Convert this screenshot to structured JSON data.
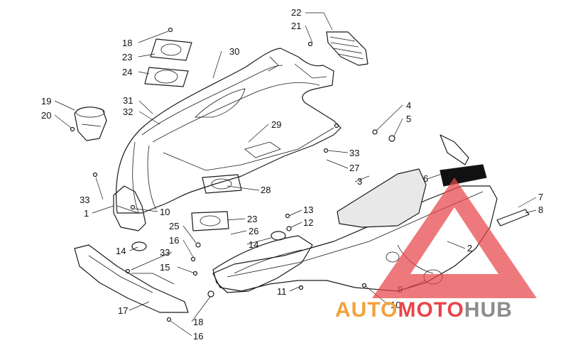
{
  "diagram": {
    "labels": [
      {
        "id": "l22a",
        "text": "22"
      },
      {
        "id": "l21",
        "text": "21"
      },
      {
        "id": "l18a",
        "text": "18"
      },
      {
        "id": "l23a",
        "text": "23"
      },
      {
        "id": "l24",
        "text": "24"
      },
      {
        "id": "l30",
        "text": "30"
      },
      {
        "id": "l19",
        "text": "19"
      },
      {
        "id": "l20",
        "text": "20"
      },
      {
        "id": "l31",
        "text": "31"
      },
      {
        "id": "l32",
        "text": "32"
      },
      {
        "id": "l29",
        "text": "29"
      },
      {
        "id": "l4",
        "text": "4"
      },
      {
        "id": "l5",
        "text": "5"
      },
      {
        "id": "l33a",
        "text": "33"
      },
      {
        "id": "l27",
        "text": "27"
      },
      {
        "id": "l3",
        "text": "3"
      },
      {
        "id": "l6",
        "text": "6"
      },
      {
        "id": "l7",
        "text": "7"
      },
      {
        "id": "l8",
        "text": "8"
      },
      {
        "id": "l33b",
        "text": "33"
      },
      {
        "id": "l1",
        "text": "1"
      },
      {
        "id": "l10a",
        "text": "10"
      },
      {
        "id": "l28",
        "text": "28"
      },
      {
        "id": "l23b",
        "text": "23"
      },
      {
        "id": "l13",
        "text": "13"
      },
      {
        "id": "l12",
        "text": "12"
      },
      {
        "id": "l25",
        "text": "25"
      },
      {
        "id": "l26",
        "text": "26"
      },
      {
        "id": "l16a",
        "text": "16"
      },
      {
        "id": "l14a",
        "text": "14"
      },
      {
        "id": "l14b",
        "text": "14"
      },
      {
        "id": "l33c",
        "text": "33"
      },
      {
        "id": "l15",
        "text": "15"
      },
      {
        "id": "l2",
        "text": "2"
      },
      {
        "id": "l11",
        "text": "11"
      },
      {
        "id": "l9",
        "text": "9"
      },
      {
        "id": "l10b",
        "text": "10"
      },
      {
        "id": "l17",
        "text": "17"
      },
      {
        "id": "l18b",
        "text": "18"
      },
      {
        "id": "l16b",
        "text": "16"
      }
    ]
  },
  "watermark": {
    "part1": "AUTO",
    "part2": "MOTO",
    "part3": "HUB",
    "orange": "#f4a13b",
    "red": "#e8454a",
    "gray": "#8c8c8c"
  }
}
